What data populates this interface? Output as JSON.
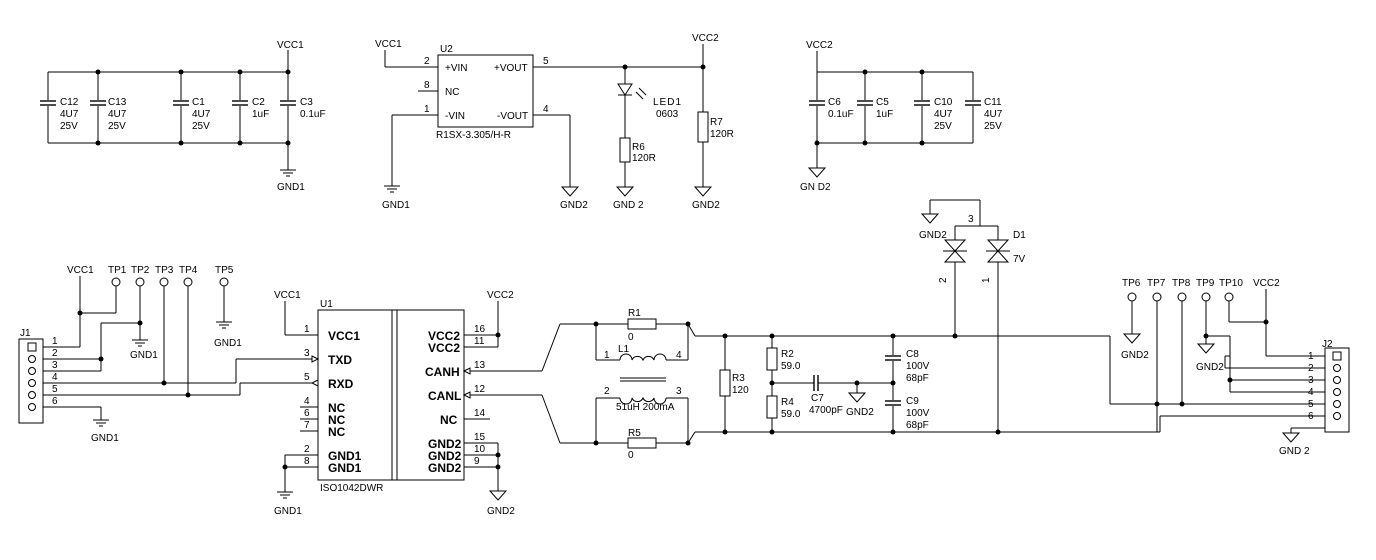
{
  "power": {
    "vcc1_top": "VCC1",
    "gnd1_top": "GND1",
    "caps_left": [
      {
        "ref": "C12",
        "val": "4U7",
        "volt": "25V"
      },
      {
        "ref": "C13",
        "val": "4U7",
        "volt": "25V"
      },
      {
        "ref": "C1",
        "val": "4U7",
        "volt": "25V"
      },
      {
        "ref": "C2",
        "val": "1uF",
        "volt": ""
      },
      {
        "ref": "C3",
        "val": "0.1uF",
        "volt": ""
      }
    ],
    "vcc2_right": "VCC2",
    "gnd2_right": "GN D2",
    "caps_right": [
      {
        "ref": "C6",
        "val": "0.1uF",
        "volt": ""
      },
      {
        "ref": "C5",
        "val": "1uF",
        "volt": ""
      },
      {
        "ref": "C10",
        "val": "4U7",
        "volt": "25V"
      },
      {
        "ref": "C11",
        "val": "4U7",
        "volt": "25V"
      }
    ]
  },
  "converter": {
    "ref": "U2",
    "part": "R1SX-3.305/H-R",
    "vin_net": "VCC1",
    "gnd_in": "GND1",
    "pins": [
      {
        "num": "2",
        "name": "+VIN"
      },
      {
        "num": "8",
        "name": "NC"
      },
      {
        "num": "1",
        "name": "-VIN"
      },
      {
        "num": "5",
        "name": "+VOUT"
      },
      {
        "num": "4",
        "name": "-VOUT"
      }
    ],
    "gnd_out": "GND2",
    "vcc2": "VCC2",
    "led": {
      "ref": "LED1",
      "pkg": "0603"
    },
    "r6": {
      "ref": "R6",
      "val": "120R"
    },
    "r7": {
      "ref": "R7",
      "val": "120R"
    },
    "gnd_led": "GND 2",
    "gnd_r7": "GND2"
  },
  "transceiver": {
    "ref": "U1",
    "part": "ISO1042DWR",
    "vcc1": "VCC1",
    "vcc2": "VCC2",
    "gnd1": "GND1",
    "gnd2": "GND2",
    "left_pins": [
      {
        "num": "1",
        "name": "VCC1"
      },
      {
        "num": "3",
        "name": "TXD"
      },
      {
        "num": "5",
        "name": "RXD"
      },
      {
        "num": "4",
        "name": "NC"
      },
      {
        "num": "6",
        "name": "NC"
      },
      {
        "num": "7",
        "name": "NC"
      },
      {
        "num": "2",
        "name": "GND1"
      },
      {
        "num": "8",
        "name": "GND1"
      }
    ],
    "right_pins": [
      {
        "num": "16",
        "name": "VCC2"
      },
      {
        "num": "11",
        "name": "VCC2"
      },
      {
        "num": "13",
        "name": "CANH"
      },
      {
        "num": "12",
        "name": "CANL"
      },
      {
        "num": "14",
        "name": "NC"
      },
      {
        "num": "15",
        "name": "GND2"
      },
      {
        "num": "10",
        "name": "GND2"
      },
      {
        "num": "9",
        "name": "GND2"
      }
    ]
  },
  "j1": {
    "ref": "J1",
    "pins": [
      "1",
      "2",
      "3",
      "4",
      "5",
      "6"
    ],
    "vcc": "VCC1",
    "gnd_a": "GND1",
    "gnd_b": "GND1",
    "gnd_c": "GND1",
    "tps": [
      "TP1",
      "TP2",
      "TP3",
      "TP4",
      "TP5"
    ]
  },
  "filter": {
    "r1": {
      "ref": "R1",
      "val": "0"
    },
    "r5": {
      "ref": "R5",
      "val": "0"
    },
    "l1": {
      "ref": "L1",
      "val": "51uH  200mA",
      "p1": "1",
      "p2": "4",
      "p3": "2",
      "p4": "3"
    },
    "r3": {
      "ref": "R3",
      "val": "120"
    },
    "r2": {
      "ref": "R2",
      "val": "59.0"
    },
    "r4": {
      "ref": "R4",
      "val": "59.0"
    },
    "c7": {
      "ref": "C7",
      "val": "4700pF"
    },
    "c8": {
      "ref": "C8",
      "val": "100V",
      "val2": "68pF"
    },
    "c9": {
      "ref": "C9",
      "val": "100V",
      "val2": "68pF"
    },
    "gnd_c7": "GND2"
  },
  "tvs": {
    "ref": "D1",
    "val": "7V",
    "gnd": "GND2",
    "p1": "1",
    "p2": "2",
    "p3": "3"
  },
  "j2": {
    "ref": "J2",
    "pins": [
      "1",
      "2",
      "3",
      "4",
      "5",
      "6"
    ],
    "tps": [
      "TP6",
      "TP7",
      "TP8",
      "TP9",
      "TP10"
    ],
    "vcc": "VCC2",
    "gnd_tp6": "GND2",
    "gnd_tp9": "GND2",
    "gnd_bottom": "GND 2"
  }
}
